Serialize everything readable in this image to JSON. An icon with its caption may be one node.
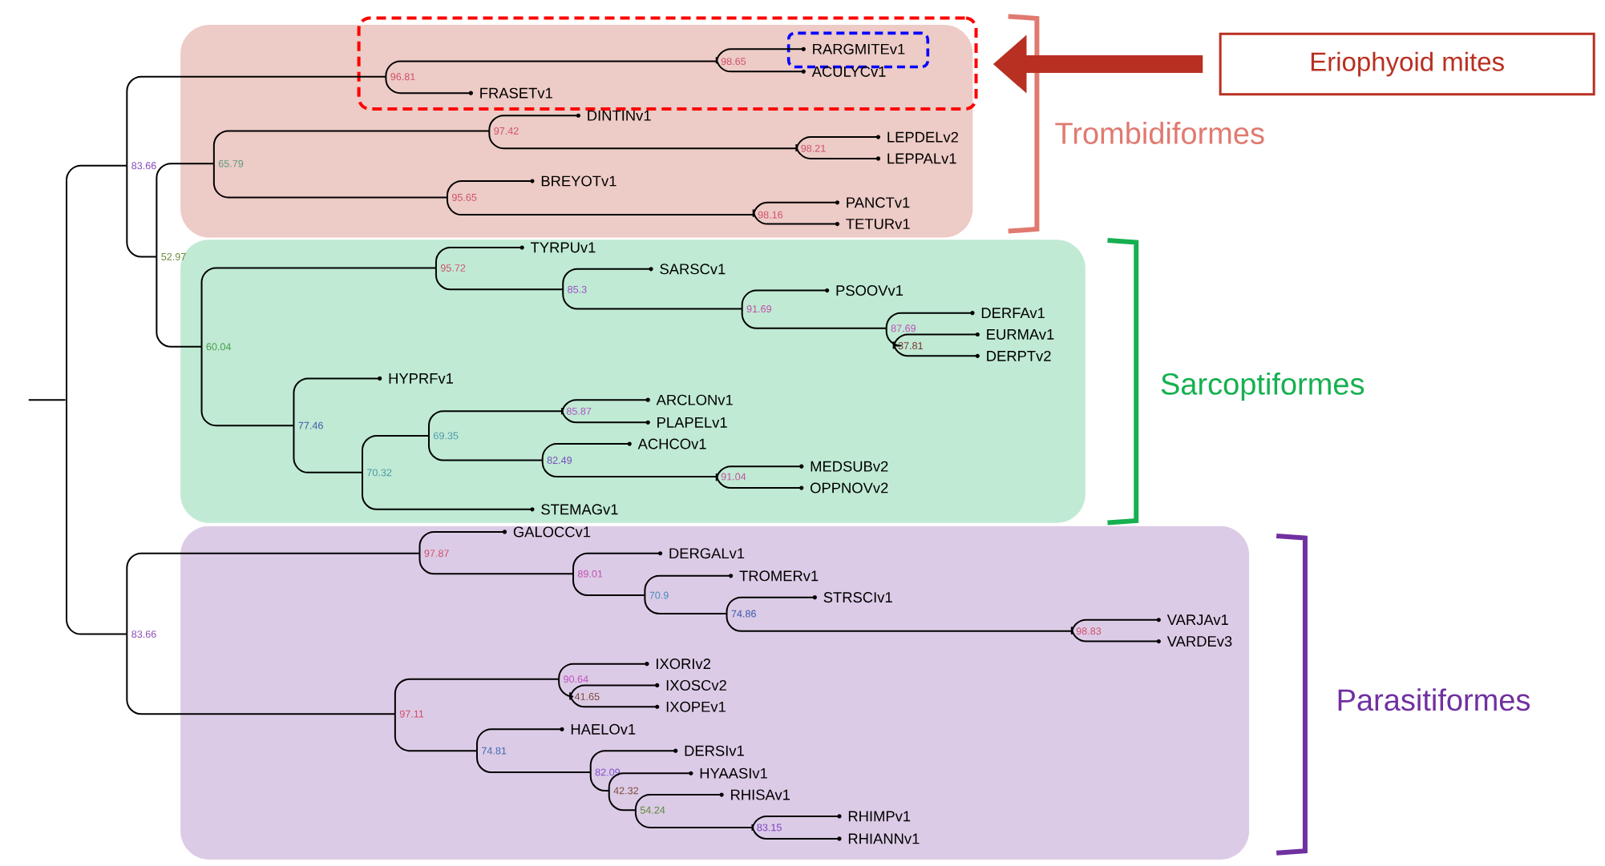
{
  "diagram": {
    "nodes": [
      {
        "text": [
          "Eriophyoid mites"
        ]
      },
      {
        "text": [],
        "shape": "box"
      },
      {
        "text": [],
        "shape": "box",
        "in": 1
      },
      {
        "text": [],
        "shape": "box"
      },
      {
        "text": [],
        "shape": "box"
      },
      {
        "text": [],
        "shape": "box"
      },
      {
        "text": [],
        "shape": "bar"
      },
      {
        "text": [
          "83.66"
        ]
      },
      {
        "text": [
          "96.81"
        ],
        "in": 1
      },
      {
        "text": [
          "98.65"
        ],
        "in": 1
      },
      {
        "text": [
          "RARGMITEv1"
        ],
        "in": 2
      },
      {
        "text": [
          "ACULYCv1"
        ],
        "in": 1
      },
      {
        "text": [
          "FRASETv1"
        ],
        "in": 1
      },
      {
        "text": [
          "52.97"
        ]
      },
      {
        "text": [
          "65.79"
        ],
        "in": 3
      },
      {
        "text": [
          "97.42"
        ],
        "in": 3
      },
      {
        "text": [
          "DINTINv1"
        ],
        "in": 3
      },
      {
        "text": [
          "98.21"
        ],
        "in": 3
      },
      {
        "text": [
          "LEPDELv2"
        ],
        "in": 3
      },
      {
        "text": [
          "LEPPALv1"
        ],
        "in": 3
      },
      {
        "text": [
          "95.65"
        ],
        "in": 3
      },
      {
        "text": [
          "BREYOTv1"
        ],
        "in": 3
      },
      {
        "text": [
          "98.16"
        ],
        "in": 3
      },
      {
        "text": [
          "PANCTv1"
        ],
        "in": 3
      },
      {
        "text": [
          "TETURv1"
        ],
        "in": 3
      },
      {
        "text": [
          "60.04"
        ],
        "in": 4
      },
      {
        "text": [
          "95.72"
        ],
        "in": 4
      },
      {
        "text": [
          "TYRPUv1"
        ],
        "in": 4
      },
      {
        "text": [
          "85.3"
        ],
        "in": 4
      },
      {
        "text": [
          "SARSCv1"
        ],
        "in": 4
      },
      {
        "text": [
          "91.69"
        ],
        "in": 4
      },
      {
        "text": [
          "PSOOVv1"
        ],
        "in": 4
      },
      {
        "text": [
          "87.69"
        ],
        "in": 4
      },
      {
        "text": [
          "DERFAv1"
        ],
        "in": 4
      },
      {
        "text": [
          "37.81"
        ],
        "in": 4
      },
      {
        "text": [
          "EURMAv1"
        ],
        "in": 4
      },
      {
        "text": [
          "DERPTv2"
        ],
        "in": 4
      },
      {
        "text": [
          "77.46"
        ],
        "in": 4
      },
      {
        "text": [
          "HYPRFv1"
        ],
        "in": 4
      },
      {
        "text": [
          "70.32"
        ],
        "in": 4
      },
      {
        "text": [
          "69.35"
        ],
        "in": 4
      },
      {
        "text": [
          "85.87"
        ],
        "in": 4
      },
      {
        "text": [
          "ARCLONv1"
        ],
        "in": 4
      },
      {
        "text": [
          "PLAPELv1"
        ],
        "in": 4
      },
      {
        "text": [
          "82.49"
        ],
        "in": 4
      },
      {
        "text": [
          "ACHCOv1"
        ],
        "in": 4
      },
      {
        "text": [
          "91.04"
        ],
        "in": 4
      },
      {
        "text": [
          "MEDSUBv2"
        ],
        "in": 4
      },
      {
        "text": [
          "OPPNOVv2"
        ],
        "in": 4
      },
      {
        "text": [
          "STEMAGv1"
        ],
        "in": 4
      },
      {
        "text": [
          "83.66"
        ]
      },
      {
        "text": [
          "97.87"
        ],
        "in": 5
      },
      {
        "text": [
          "GALOCCv1"
        ],
        "in": 5
      },
      {
        "text": [
          "89.01"
        ],
        "in": 5
      },
      {
        "text": [
          "DERGALv1"
        ],
        "in": 5
      },
      {
        "text": [
          "70.9"
        ],
        "in": 5
      },
      {
        "text": [
          "TROMERv1"
        ],
        "in": 5
      },
      {
        "text": [
          "74.86"
        ],
        "in": 5
      },
      {
        "text": [
          "STRSCIv1"
        ],
        "in": 5
      },
      {
        "text": [
          "98.83"
        ],
        "in": 5
      },
      {
        "text": [
          "VARJAv1"
        ],
        "in": 5
      },
      {
        "text": [
          "VARDEv3"
        ],
        "in": 5
      },
      {
        "text": [
          "97.11"
        ],
        "in": 5
      },
      {
        "text": [
          "90.64"
        ],
        "in": 5
      },
      {
        "text": [
          "IXORIv2"
        ],
        "in": 5
      },
      {
        "text": [
          "41.65"
        ],
        "in": 5
      },
      {
        "text": [
          "IXOSCv2"
        ],
        "in": 5
      },
      {
        "text": [
          "IXOPEv1"
        ],
        "in": 5
      },
      {
        "text": [
          "74.81"
        ],
        "in": 5
      },
      {
        "text": [
          "HAELOv1"
        ],
        "in": 5
      },
      {
        "text": [
          "82.09"
        ],
        "in": 5
      },
      {
        "text": [
          "DERSIv1"
        ],
        "in": 5
      },
      {
        "text": [
          "42.32"
        ],
        "in": 5
      },
      {
        "text": [
          "HYAASIv1"
        ],
        "in": 5
      },
      {
        "text": [
          "54.24"
        ],
        "in": 5
      },
      {
        "text": [
          "RHISAv1"
        ],
        "in": 5
      },
      {
        "text": [
          "83.15"
        ],
        "in": 5
      },
      {
        "text": [
          "RHIMPv1"
        ],
        "in": 5
      },
      {
        "text": [
          "RHIANNv1"
        ],
        "in": 5
      }
    ],
    "edges": [
      {
        "from": 0,
        "to": 1,
        "arrow": "to",
        "style": "thick",
        "color": "#b83022"
      },
      {
        "from": null,
        "to": 6,
        "arrow": "none"
      },
      {
        "from": 6,
        "to": 7,
        "arrow": "none"
      },
      {
        "from": 6,
        "to": 50,
        "arrow": "none"
      },
      {
        "from": 7,
        "to": 8,
        "arrow": "none"
      },
      {
        "from": 7,
        "to": 13,
        "arrow": "none"
      },
      {
        "from": 8,
        "to": 9,
        "arrow": "none"
      },
      {
        "from": 8,
        "to": 12,
        "arrow": "none"
      },
      {
        "from": 9,
        "to": 10,
        "arrow": "none"
      },
      {
        "from": 9,
        "to": 11,
        "arrow": "none"
      },
      {
        "from": 13,
        "to": 14,
        "arrow": "none"
      },
      {
        "from": 13,
        "to": 25,
        "arrow": "none"
      },
      {
        "from": 14,
        "to": 15,
        "arrow": "none"
      },
      {
        "from": 14,
        "to": 20,
        "arrow": "none"
      },
      {
        "from": 15,
        "to": 16,
        "arrow": "none"
      },
      {
        "from": 15,
        "to": 17,
        "arrow": "none"
      },
      {
        "from": 17,
        "to": 18,
        "arrow": "none"
      },
      {
        "from": 17,
        "to": 19,
        "arrow": "none"
      },
      {
        "from": 20,
        "to": 21,
        "arrow": "none"
      },
      {
        "from": 20,
        "to": 22,
        "arrow": "none"
      },
      {
        "from": 22,
        "to": 23,
        "arrow": "none"
      },
      {
        "from": 22,
        "to": 24,
        "arrow": "none"
      },
      {
        "from": 25,
        "to": 26,
        "arrow": "none"
      },
      {
        "from": 25,
        "to": 37,
        "arrow": "none"
      },
      {
        "from": 26,
        "to": 27,
        "arrow": "none"
      },
      {
        "from": 26,
        "to": 28,
        "arrow": "none"
      },
      {
        "from": 28,
        "to": 29,
        "arrow": "none"
      },
      {
        "from": 28,
        "to": 30,
        "arrow": "none"
      },
      {
        "from": 30,
        "to": 31,
        "arrow": "none"
      },
      {
        "from": 30,
        "to": 32,
        "arrow": "none"
      },
      {
        "from": 32,
        "to": 33,
        "arrow": "none"
      },
      {
        "from": 32,
        "to": 34,
        "arrow": "none"
      },
      {
        "from": 34,
        "to": 35,
        "arrow": "none"
      },
      {
        "from": 34,
        "to": 36,
        "arrow": "none"
      },
      {
        "from": 37,
        "to": 38,
        "arrow": "none"
      },
      {
        "from": 37,
        "to": 39,
        "arrow": "none"
      },
      {
        "from": 39,
        "to": 40,
        "arrow": "none"
      },
      {
        "from": 39,
        "to": 49,
        "arrow": "none"
      },
      {
        "from": 40,
        "to": 41,
        "arrow": "none"
      },
      {
        "from": 40,
        "to": 44,
        "arrow": "none"
      },
      {
        "from": 41,
        "to": 42,
        "arrow": "none"
      },
      {
        "from": 41,
        "to": 43,
        "arrow": "none"
      },
      {
        "from": 44,
        "to": 45,
        "arrow": "none"
      },
      {
        "from": 44,
        "to": 46,
        "arrow": "none"
      },
      {
        "from": 46,
        "to": 47,
        "arrow": "none"
      },
      {
        "from": 46,
        "to": 48,
        "arrow": "none"
      },
      {
        "from": 50,
        "to": 51,
        "arrow": "none"
      },
      {
        "from": 50,
        "to": 62,
        "arrow": "none"
      },
      {
        "from": 51,
        "to": 52,
        "arrow": "none"
      },
      {
        "from": 51,
        "to": 53,
        "arrow": "none"
      },
      {
        "from": 53,
        "to": 54,
        "arrow": "none"
      },
      {
        "from": 53,
        "to": 55,
        "arrow": "none"
      },
      {
        "from": 55,
        "to": 56,
        "arrow": "none"
      },
      {
        "from": 55,
        "to": 57,
        "arrow": "none"
      },
      {
        "from": 57,
        "to": 58,
        "arrow": "none"
      },
      {
        "from": 57,
        "to": 59,
        "arrow": "none"
      },
      {
        "from": 59,
        "to": 60,
        "arrow": "none"
      },
      {
        "from": 59,
        "to": 61,
        "arrow": "none"
      },
      {
        "from": 62,
        "to": 63,
        "arrow": "none"
      },
      {
        "from": 62,
        "to": 68,
        "arrow": "none"
      },
      {
        "from": 63,
        "to": 64,
        "arrow": "none"
      },
      {
        "from": 63,
        "to": 65,
        "arrow": "none"
      },
      {
        "from": 65,
        "to": 66,
        "arrow": "none"
      },
      {
        "from": 65,
        "to": 67,
        "arrow": "none"
      },
      {
        "from": 68,
        "to": 69,
        "arrow": "none"
      },
      {
        "from": 68,
        "to": 70,
        "arrow": "none"
      },
      {
        "from": 70,
        "to": 71,
        "arrow": "none"
      },
      {
        "from": 70,
        "to": 72,
        "arrow": "none"
      },
      {
        "from": 72,
        "to": 73,
        "arrow": "none"
      },
      {
        "from": 72,
        "to": 74,
        "arrow": "none"
      },
      {
        "from": 74,
        "to": 75,
        "arrow": "none"
      },
      {
        "from": 74,
        "to": 76,
        "arrow": "none"
      },
      {
        "from": 76,
        "to": 77,
        "arrow": "none"
      },
      {
        "from": 76,
        "to": 78,
        "arrow": "none"
      }
    ],
    "labels": [
      "Trombidiformes",
      "Sarcoptiformes",
      "Parasitiformes"
    ]
  }
}
